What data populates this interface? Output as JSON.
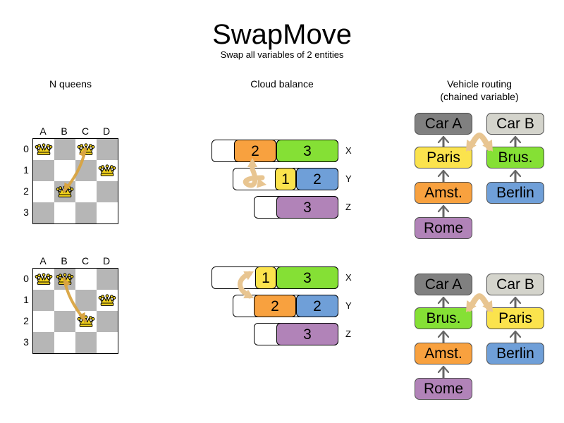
{
  "header": {
    "title": "SwapMove",
    "subtitle": "Swap all variables of 2 entities"
  },
  "sections": {
    "nqueens": {
      "heading": "N queens"
    },
    "cloud": {
      "heading": "Cloud balance"
    },
    "vrp": {
      "heading": "Vehicle routing\n(chained variable)",
      "heading_line1": "Vehicle routing",
      "heading_line2": "(chained variable)"
    }
  },
  "colors": {
    "orange": "#f8a13f",
    "green": "#85e035",
    "yellow": "#fbe34d",
    "blue": "#6f9fd8",
    "purple": "#b183b8",
    "gray_dark": "#808080",
    "gray_light": "#d4d4cc",
    "arrow": "#e8c591",
    "arrow_stroke": "#d9a441",
    "board_dark": "#b6b6b6",
    "board_light": "#ffffff",
    "queen": "#f3d31c",
    "line": "#666666"
  },
  "nqueens": {
    "files": [
      "A",
      "B",
      "C",
      "D"
    ],
    "ranks": [
      "0",
      "1",
      "2",
      "3"
    ],
    "before": {
      "queens": [
        {
          "file": "A",
          "rank": "0",
          "col": 0,
          "row": 0
        },
        {
          "file": "C",
          "rank": "0",
          "col": 2,
          "row": 0
        },
        {
          "file": "D",
          "rank": "1",
          "col": 3,
          "row": 1
        },
        {
          "file": "B",
          "rank": "2",
          "col": 1,
          "row": 2
        }
      ],
      "swap_arrow": {
        "from_col": 2,
        "from_row": 0,
        "to_col": 1,
        "to_row": 2
      }
    },
    "after": {
      "queens": [
        {
          "file": "A",
          "rank": "0",
          "col": 0,
          "row": 0
        },
        {
          "file": "B",
          "rank": "0",
          "col": 1,
          "row": 0
        },
        {
          "file": "D",
          "rank": "1",
          "col": 3,
          "row": 1
        },
        {
          "file": "C",
          "rank": "2",
          "col": 2,
          "row": 2
        }
      ],
      "swap_arrow": {
        "from_col": 1,
        "from_row": 0,
        "to_col": 2,
        "to_row": 2
      }
    }
  },
  "cloud": {
    "before": {
      "rows": [
        {
          "label": "X",
          "start": 300,
          "end": 480,
          "segments": [
            {
              "value": "2",
              "color": "#f8a13f",
              "start": 332,
              "end": 392
            },
            {
              "value": "3",
              "color": "#85e035",
              "start": 392,
              "end": 480
            }
          ]
        },
        {
          "label": "Y",
          "start": 330,
          "end": 480,
          "segments": [
            {
              "value": "1",
              "color": "#fbe34d",
              "start": 390,
              "end": 420
            },
            {
              "value": "2",
              "color": "#6f9fd8",
              "start": 420,
              "end": 480
            }
          ]
        },
        {
          "label": "Z",
          "start": 360,
          "end": 480,
          "segments": [
            {
              "value": "3",
              "color": "#b183b8",
              "start": 392,
              "end": 480
            }
          ]
        }
      ]
    },
    "after": {
      "rows": [
        {
          "label": "X",
          "start": 300,
          "end": 480,
          "segments": [
            {
              "value": "1",
              "color": "#fbe34d",
              "start": 362,
              "end": 392
            },
            {
              "value": "3",
              "color": "#85e035",
              "start": 392,
              "end": 480
            }
          ]
        },
        {
          "label": "Y",
          "start": 330,
          "end": 480,
          "segments": [
            {
              "value": "2",
              "color": "#f8a13f",
              "start": 360,
              "end": 420
            },
            {
              "value": "2",
              "color": "#6f9fd8",
              "start": 420,
              "end": 480
            }
          ]
        },
        {
          "label": "Z",
          "start": 360,
          "end": 480,
          "segments": [
            {
              "value": "3",
              "color": "#b183b8",
              "start": 392,
              "end": 480
            }
          ]
        }
      ]
    }
  },
  "vrp": {
    "before": {
      "chain_a": [
        {
          "label": "Car A",
          "color": "#808080"
        },
        {
          "label": "Paris",
          "color": "#fbe34d"
        },
        {
          "label": "Amst.",
          "color": "#f8a13f"
        },
        {
          "label": "Rome",
          "color": "#b183b8"
        }
      ],
      "chain_b": [
        {
          "label": "Car B",
          "color": "#d4d4cc"
        },
        {
          "label": "Brus.",
          "color": "#85e035"
        },
        {
          "label": "Berlin",
          "color": "#6f9fd8"
        }
      ]
    },
    "after": {
      "chain_a": [
        {
          "label": "Car A",
          "color": "#808080"
        },
        {
          "label": "Brus.",
          "color": "#85e035"
        },
        {
          "label": "Amst.",
          "color": "#f8a13f"
        },
        {
          "label": "Rome",
          "color": "#b183b8"
        }
      ],
      "chain_b": [
        {
          "label": "Car B",
          "color": "#d4d4cc"
        },
        {
          "label": "Paris",
          "color": "#fbe34d"
        },
        {
          "label": "Berlin",
          "color": "#6f9fd8"
        }
      ]
    }
  }
}
